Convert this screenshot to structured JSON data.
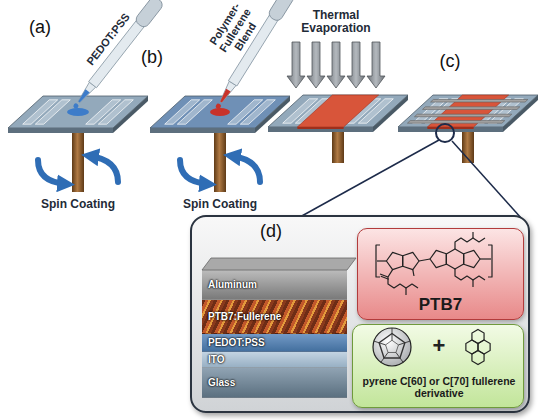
{
  "diagram": {
    "nodes": [
      {
        "text": [
          "(d)"
        ]
      },
      {
        "text": [
          "Aluminum"
        ],
        "in": 0
      },
      {
        "text": [
          "PTB7:Fullerene"
        ],
        "in": 0
      },
      {
        "text": [
          "PEDOT:PSS"
        ],
        "in": 0
      },
      {
        "text": [
          "ITO"
        ],
        "in": 0
      },
      {
        "text": [
          "Glass"
        ],
        "in": 0
      },
      {
        "text": [
          "PTB7"
        ],
        "in": 0
      },
      {
        "text": [
          "+",
          "pyrene C[60] or C[70] fullerene derivative"
        ],
        "in": 0
      }
    ],
    "labels": [
      "(a)",
      "PEDOT:PSS",
      "(b)",
      "Polymer-Fullerene Blend",
      "Thermal Evaporation",
      "(c)",
      "Spin Coating",
      "Spin Coating"
    ]
  }
}
